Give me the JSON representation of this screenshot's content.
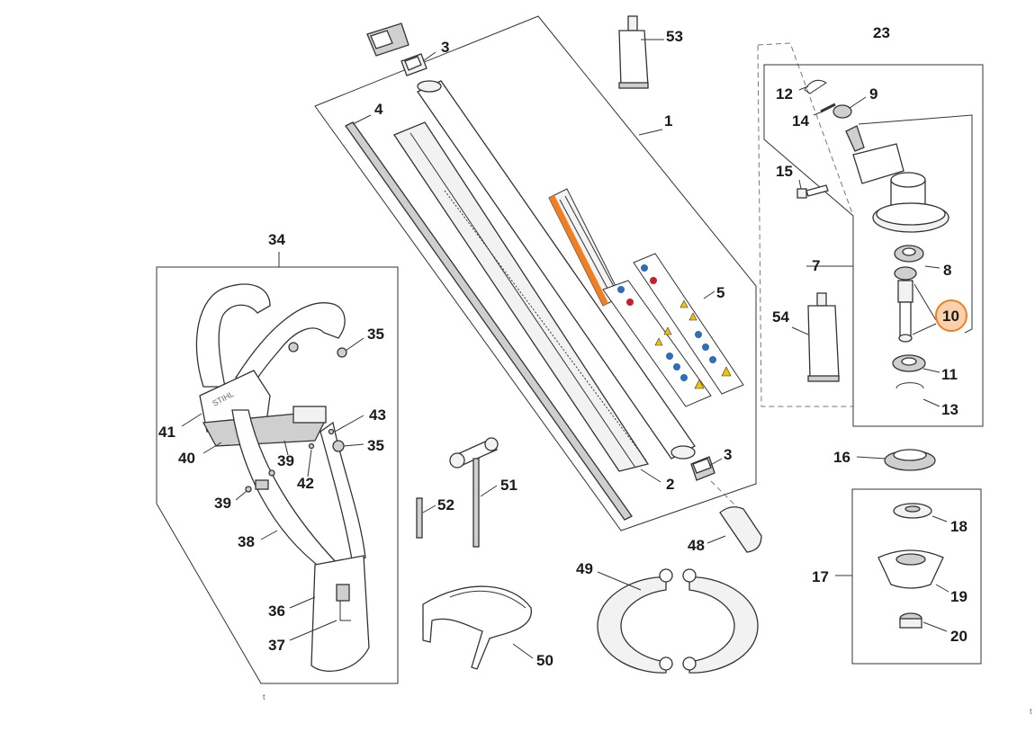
{
  "diagram": {
    "brand_text": "STIHL",
    "labels": {
      "p1": "1",
      "p2": "2",
      "p3a": "3",
      "p3b": "3",
      "p4": "4",
      "p5": "5",
      "p7": "7",
      "p8": "8",
      "p9": "9",
      "p10": "10",
      "p11": "11",
      "p12": "12",
      "p13": "13",
      "p14": "14",
      "p15": "15",
      "p16": "16",
      "p17": "17",
      "p18": "18",
      "p19": "19",
      "p20": "20",
      "p23": "23",
      "p34": "34",
      "p35a": "35",
      "p35b": "35",
      "p36": "36",
      "p37": "37",
      "p38": "38",
      "p39a": "39",
      "p39b": "39",
      "p40": "40",
      "p41": "41",
      "p42": "42",
      "p43": "43",
      "p48": "48",
      "p49": "49",
      "p50": "50",
      "p51": "51",
      "p52": "52",
      "p53": "53",
      "p54": "54"
    },
    "highlighted_part": "10",
    "highlight_color": "#ef7f22",
    "corner_marks": {
      "bottom_left": "t",
      "bottom_right": "t"
    }
  }
}
